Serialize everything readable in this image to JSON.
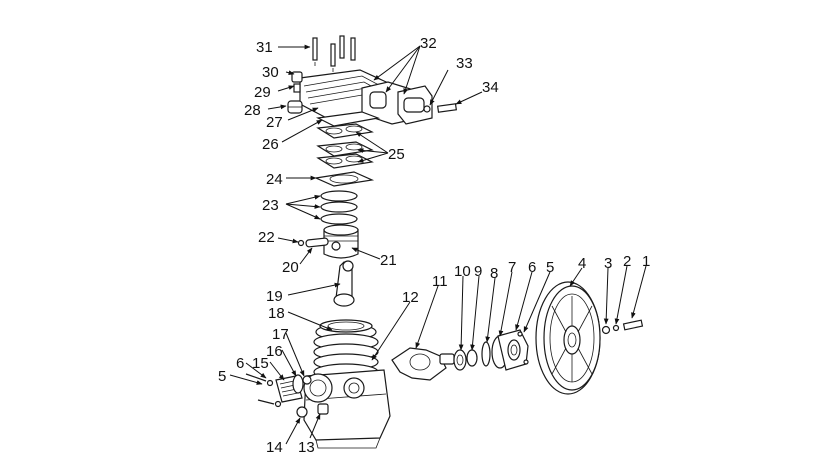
{
  "diagram": {
    "callouts": [
      {
        "id": "1",
        "text": "1"
      },
      {
        "id": "2",
        "text": "2"
      },
      {
        "id": "3",
        "text": "3"
      },
      {
        "id": "4",
        "text": "4"
      },
      {
        "id": "5a",
        "text": "5"
      },
      {
        "id": "6a",
        "text": "6"
      },
      {
        "id": "7",
        "text": "7"
      },
      {
        "id": "8",
        "text": "8"
      },
      {
        "id": "9",
        "text": "9"
      },
      {
        "id": "10",
        "text": "10"
      },
      {
        "id": "11",
        "text": "11"
      },
      {
        "id": "12",
        "text": "12"
      },
      {
        "id": "13",
        "text": "13"
      },
      {
        "id": "14",
        "text": "14"
      },
      {
        "id": "15",
        "text": "15"
      },
      {
        "id": "16",
        "text": "16"
      },
      {
        "id": "17",
        "text": "17"
      },
      {
        "id": "18",
        "text": "18"
      },
      {
        "id": "19",
        "text": "19"
      },
      {
        "id": "20",
        "text": "20"
      },
      {
        "id": "21",
        "text": "21"
      },
      {
        "id": "22",
        "text": "22"
      },
      {
        "id": "23",
        "text": "23"
      },
      {
        "id": "24",
        "text": "24"
      },
      {
        "id": "25",
        "text": "25"
      },
      {
        "id": "26",
        "text": "26"
      },
      {
        "id": "27",
        "text": "27"
      },
      {
        "id": "28",
        "text": "28"
      },
      {
        "id": "29",
        "text": "29"
      },
      {
        "id": "30",
        "text": "30"
      },
      {
        "id": "31",
        "text": "31"
      },
      {
        "id": "32",
        "text": "32"
      },
      {
        "id": "33",
        "text": "33"
      },
      {
        "id": "34",
        "text": "34"
      },
      {
        "id": "5b",
        "text": "5"
      },
      {
        "id": "6b",
        "text": "6"
      }
    ]
  }
}
